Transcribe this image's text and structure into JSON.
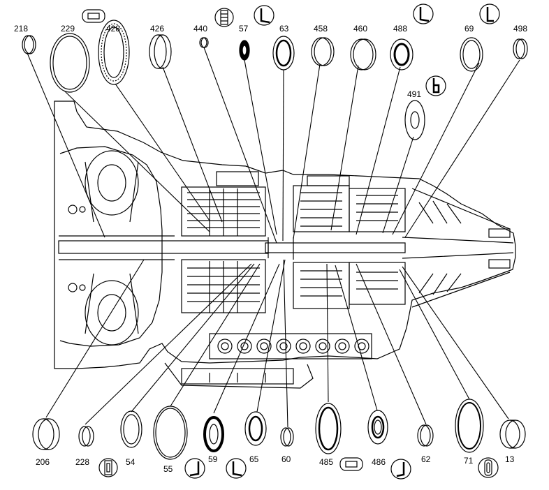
{
  "diagram": {
    "parts_top": [
      {
        "id": "218"
      },
      {
        "id": "229"
      },
      {
        "id": "428"
      },
      {
        "id": "426"
      },
      {
        "id": "440"
      },
      {
        "id": "57"
      },
      {
        "id": "63"
      },
      {
        "id": "458"
      },
      {
        "id": "460"
      },
      {
        "id": "488"
      },
      {
        "id": "69"
      },
      {
        "id": "498"
      },
      {
        "id": "491"
      }
    ],
    "parts_bottom": [
      {
        "id": "206"
      },
      {
        "id": "228"
      },
      {
        "id": "54"
      },
      {
        "id": "55"
      },
      {
        "id": "59"
      },
      {
        "id": "65"
      },
      {
        "id": "60"
      },
      {
        "id": "485"
      },
      {
        "id": "486"
      },
      {
        "id": "62"
      },
      {
        "id": "71"
      },
      {
        "id": "13"
      }
    ],
    "colors": {
      "ink": "#000000",
      "background": "#ffffff"
    },
    "seal_type_symbols": [
      "square-ring-icon",
      "lip-seal-icon",
      "o-ring-icon",
      "d-ring-icon",
      "rectangular-seal-icon"
    ]
  }
}
